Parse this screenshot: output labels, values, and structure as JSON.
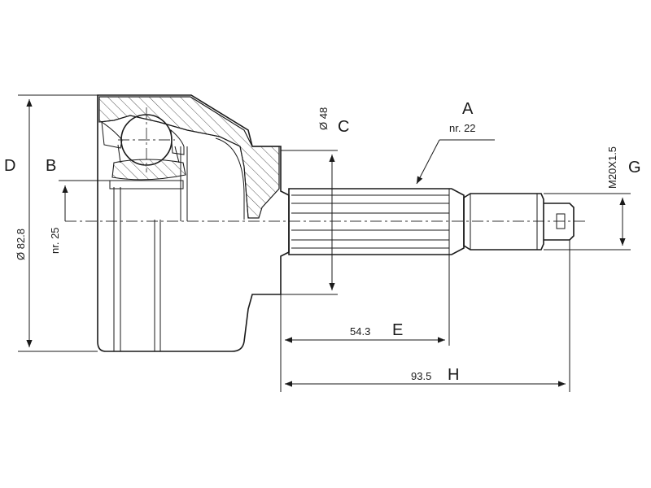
{
  "labels": {
    "A": "A",
    "A_sub": "nr. 22",
    "B": "B",
    "B_sub": "nr. 25",
    "C": "C",
    "C_sub": "Ø 48",
    "D": "D",
    "D_sub": "Ø 82.8",
    "E": "E",
    "E_value": "54.3",
    "G": "G",
    "G_sub": "M20X1.5",
    "H": "H",
    "H_value": "93.5"
  },
  "colors": {
    "line": "#1a1a1a",
    "background": "#ffffff"
  }
}
